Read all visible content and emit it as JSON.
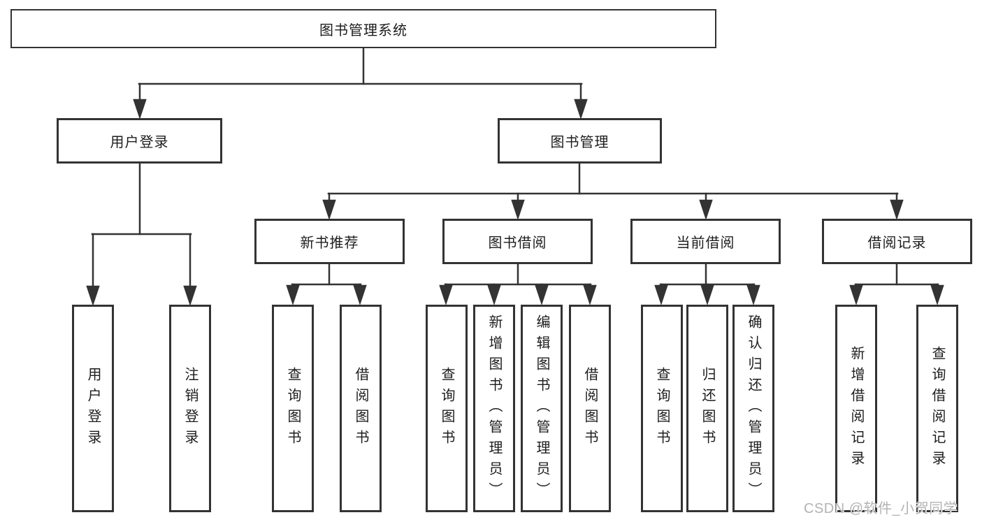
{
  "diagram": {
    "root": {
      "label": "图书管理系统"
    },
    "branches": [
      {
        "label": "用户登录",
        "children": [
          {
            "label": "用户登录"
          },
          {
            "label": "注销登录"
          }
        ]
      },
      {
        "label": "图书管理",
        "children": [
          {
            "label": "新书推荐",
            "children": [
              {
                "label": "查询图书"
              },
              {
                "label": "借阅图书"
              }
            ]
          },
          {
            "label": "图书借阅",
            "children": [
              {
                "label": "查询图书"
              },
              {
                "label": "新增图书（管理员）"
              },
              {
                "label": "编辑图书（管理员）"
              },
              {
                "label": "借阅图书"
              }
            ]
          },
          {
            "label": "当前借阅",
            "children": [
              {
                "label": "查询图书"
              },
              {
                "label": "归还图书"
              },
              {
                "label": "确认归还（管理员）"
              }
            ]
          },
          {
            "label": "借阅记录",
            "children": [
              {
                "label": "新增借阅记录"
              },
              {
                "label": "查询借阅记录"
              }
            ]
          }
        ]
      }
    ],
    "watermark": {
      "label": "CSDN @软件_小贺同学"
    },
    "colors": {
      "line": "#333333",
      "box_border": "#333333",
      "box_fill": "#ffffff",
      "text": "#1d1d1d",
      "watermark": "#b3b3b3"
    }
  }
}
